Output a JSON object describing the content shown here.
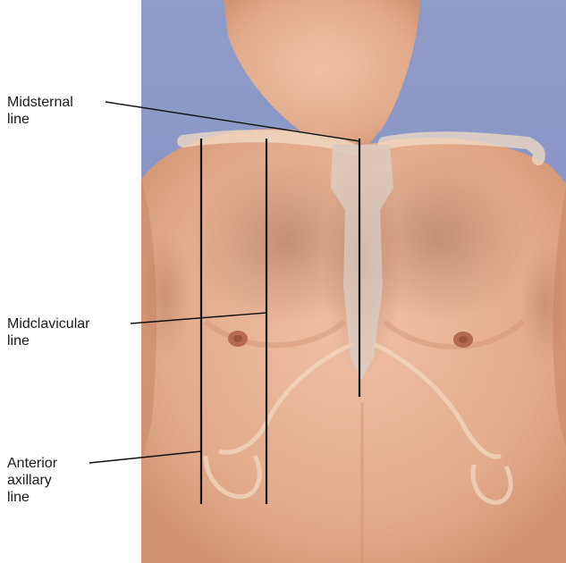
{
  "figure": {
    "photo_subject": "male-torso-front-view",
    "background_color": "#8a96c3",
    "skin_color": "#e8b497",
    "reference_line_color": "#111111"
  },
  "labels": {
    "midsternal": {
      "line1": "Midsternal",
      "line2": "line"
    },
    "midclavicular": {
      "line1": "Midclavicular",
      "line2": "line"
    },
    "anterior_axillary": {
      "line1": "Anterior",
      "line2": "axillary",
      "line3": "line"
    }
  }
}
